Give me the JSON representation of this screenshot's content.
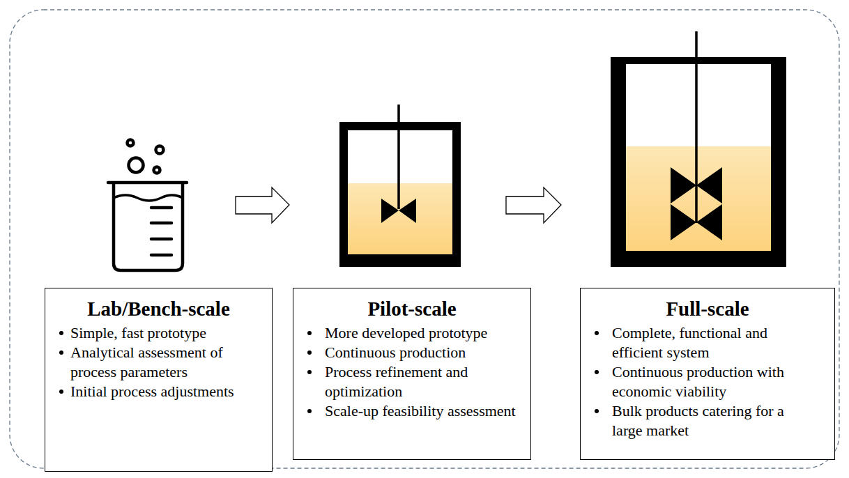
{
  "diagram": {
    "nodes": [
      {
        "text": [
          "Lab/Bench-scale",
          "Simple, fast prototype",
          "Analytical assessment of process parameters",
          "Initial process adjustments"
        ]
      },
      {
        "text": [
          "Pilot-scale",
          "More developed prototype",
          "Continuous production",
          "Process refinement and optimization",
          "Scale-up feasibility assessment"
        ]
      },
      {
        "text": [
          "Full-scale",
          "Complete, functional and efficient system",
          "Continuous production with economic viability",
          "Bulk products catering for a large market"
        ]
      }
    ]
  }
}
